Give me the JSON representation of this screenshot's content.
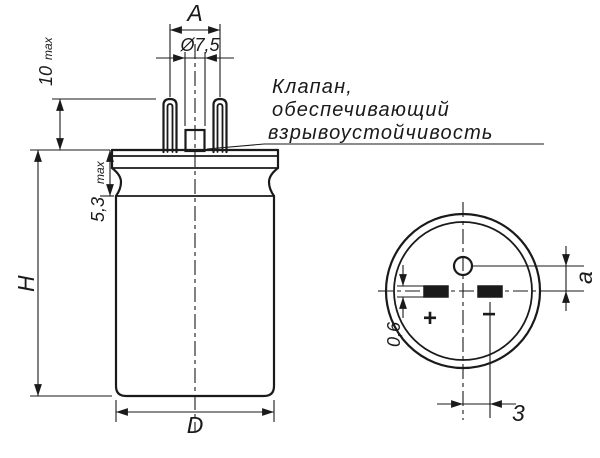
{
  "colors": {
    "line": "#1a1a1a",
    "background": "#ffffff"
  },
  "side_view": {
    "dim_terminal_spacing": "A",
    "dim_valve_diameter": "Ø7,5",
    "dim_terminal_height": "10",
    "dim_terminal_height_suffix": "max",
    "dim_seal_height": "5,3",
    "dim_seal_height_suffix": "max",
    "dim_case_height": "H",
    "dim_case_diameter": "D",
    "valve_callout_line1": "Клапан,",
    "valve_callout_line2": "обеспечивающий",
    "valve_callout_line3": "взрывоустойчивость"
  },
  "bottom_view": {
    "dim_vent_offset": "a",
    "dim_terminal_thickness": "0,6",
    "dim_terminal_center_offset": "3",
    "positive_label": "+",
    "negative_label": "−"
  }
}
